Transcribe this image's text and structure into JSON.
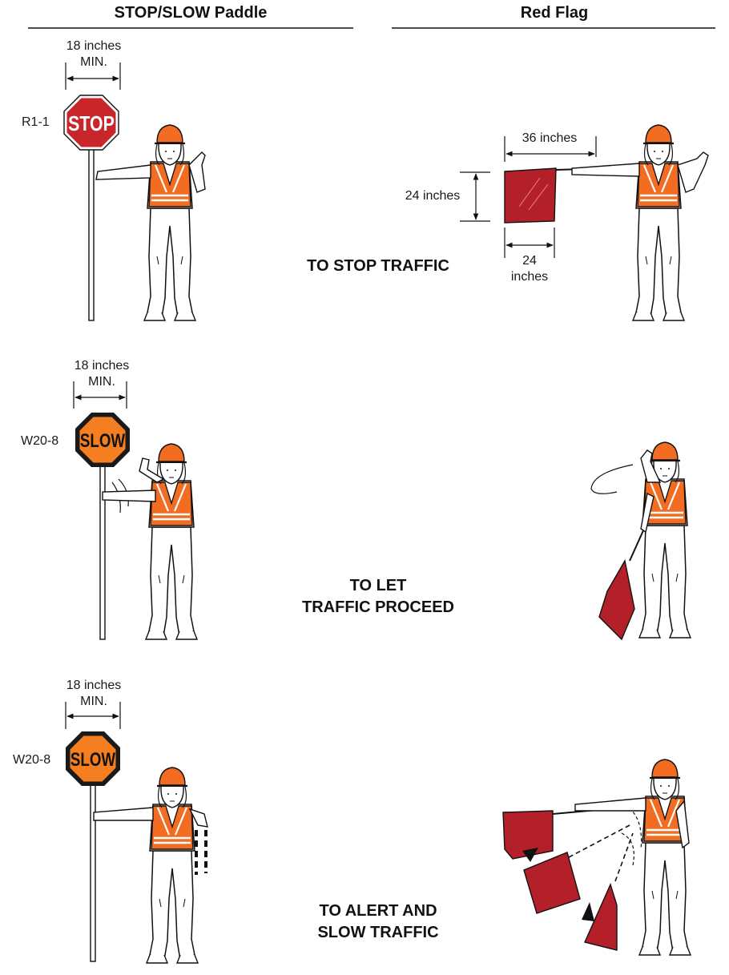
{
  "headers": {
    "left": "STOP/SLOW Paddle",
    "right": "Red Flag"
  },
  "dimensions": {
    "paddle_width_line1": "18 inches",
    "paddle_width_line2": "MIN.",
    "flag_length": "36 inches",
    "flag_height": "24 inches",
    "flag_width_line1": "24",
    "flag_width_line2": "inches"
  },
  "sign_codes": {
    "stop": "R1-1",
    "slow_1": "W20-8",
    "slow_2": "W20-8"
  },
  "sign_text": {
    "stop": "STOP",
    "slow": "SLOW"
  },
  "captions": {
    "stop_traffic": "TO STOP TRAFFIC",
    "proceed_line1": "TO LET",
    "proceed_line2": "TRAFFIC PROCEED",
    "alert_line1": "TO ALERT AND",
    "alert_line2": "SLOW TRAFFIC"
  },
  "colors": {
    "stop_red": "#c8262b",
    "slow_orange": "#f57f20",
    "vest_orange": "#f26c22",
    "helmet_orange": "#f26c22",
    "flag_red": "#b4202a"
  }
}
